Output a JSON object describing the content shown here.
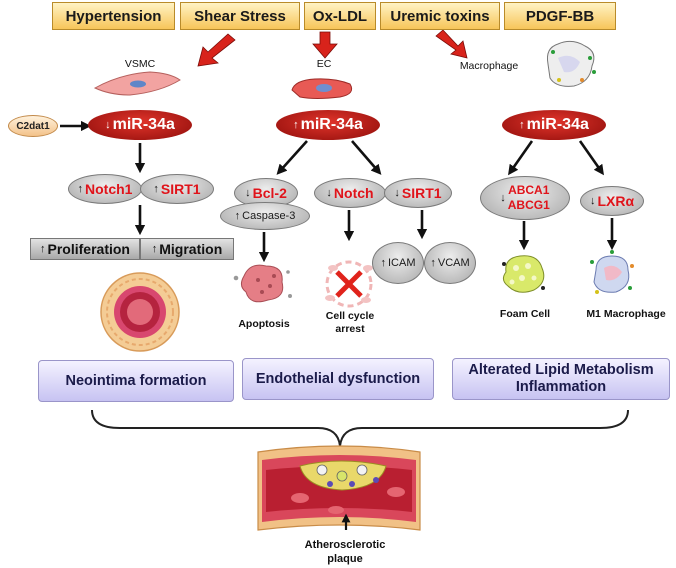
{
  "stimuli": [
    "Hypertension",
    "Shear Stress",
    "Ox-LDL",
    "Uremic toxins",
    "PDGF-BB"
  ],
  "cells": {
    "vsmc": "VSMC",
    "ec": "EC",
    "macrophage": "Macrophage"
  },
  "regulator": "C2dat1",
  "mir": "miR-34a",
  "vsmc_targets": {
    "notch1": "Notch1",
    "sirt1": "SIRT1"
  },
  "vsmc_effects": {
    "proliferation": "Proliferation",
    "migration": "Migration"
  },
  "ec_targets": {
    "bcl2": "Bcl-2",
    "caspase3": "Caspase-3",
    "notch": "Notch",
    "sirt1": "SIRT1"
  },
  "ec_adhesion": {
    "icam": "ICAM",
    "vcam": "VCAM"
  },
  "ec_effects": {
    "apoptosis": "Apoptosis",
    "cell_cycle_arrest": "Cell cycle arrest"
  },
  "mac_targets": {
    "abca1": "ABCA1",
    "abcg1": "ABCG1",
    "lxra": "LXRα"
  },
  "mac_effects": {
    "foam_cell": "Foam Cell",
    "m1": "M1 Macrophage"
  },
  "outcomes": {
    "neointima": "Neointima formation",
    "endothelial": "Endothelial dysfunction",
    "lipid_line1": "Alterated Lipid Metabolism",
    "lipid_line2": "Inflammation"
  },
  "final": {
    "line1": "Atherosclerotic",
    "line2": "plaque"
  },
  "symbols": {
    "up": "↑",
    "down": "↓"
  },
  "colors": {
    "mir_red": "#c0120c",
    "gene_text_red": "#e0141b",
    "arrow_red": "#d8231b",
    "outcome_fill": "#c7c3f2",
    "stimulus_fill": "#f7c55a"
  }
}
